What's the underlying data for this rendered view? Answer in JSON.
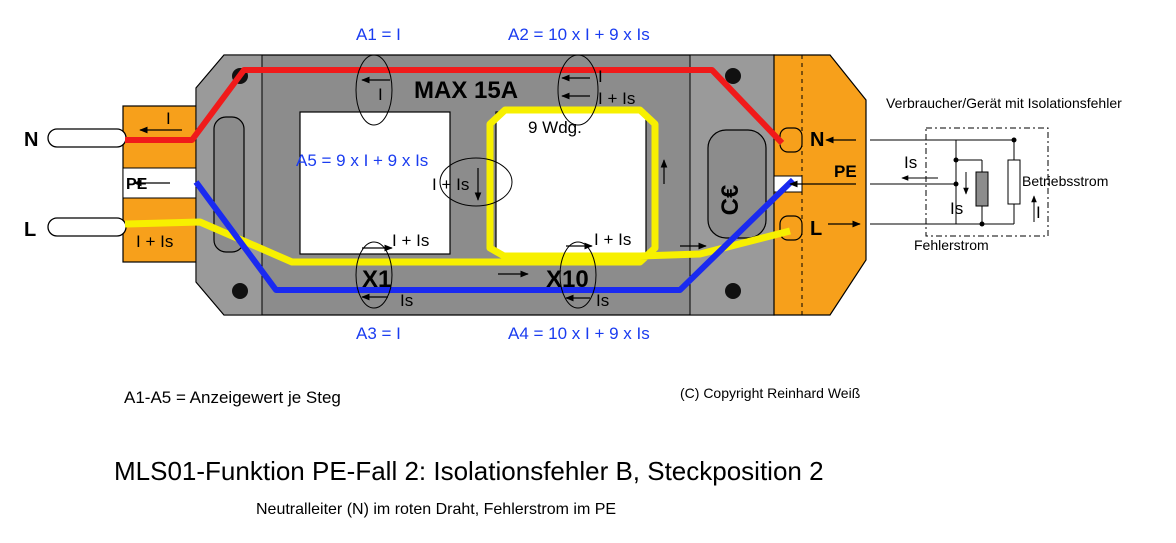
{
  "annotations": {
    "a1": "A1 = I",
    "a2": "A2 = 10 x I + 9 x Is",
    "a3": "A3 = I",
    "a4": "A4 = 10 x I + 9 x Is",
    "a5": "A5 = 9 x I + 9 x Is"
  },
  "device": {
    "max_label": "MAX 15A",
    "windings": "9 Wdg.",
    "x1": "X1",
    "x10": "X10",
    "ce_mark": "C€"
  },
  "terminals": {
    "left_n": "N",
    "left_pe": "PE",
    "left_l": "L",
    "right_n": "N",
    "right_pe": "PE",
    "right_l": "L"
  },
  "currents": {
    "plug_n": "I",
    "plug_l": "I + Is",
    "a1_arrow": "I",
    "a2_top": "I",
    "a2_bottom": "I + Is",
    "a5_mid": "I + Is",
    "x1_top": "I + Is",
    "x1_bottom": "Is",
    "x10_top": "I + Is",
    "x10_bottom": "Is"
  },
  "load": {
    "title": "Verbraucher/Gerät mit Isolationsfehler",
    "is_out": "Is",
    "is_branch": "Is",
    "i_branch": "I",
    "betrieb": "Betriebsstrom",
    "fehler": "Fehlerstrom"
  },
  "legend": "A1-A5 = Anzeigewert je Steg",
  "copyright": "(C) Copyright Reinhard Weiß",
  "title": "MLS01-Funktion PE-Fall 2: Isolationsfehler B, Steckposition 2",
  "subtitle": "Neutralleiter (N) im roten Draht, Fehlerstrom im PE",
  "colors": {
    "housing": "#8c8c8c",
    "housing_dark": "#6e6e6e",
    "orange": "#f7a01b",
    "red_wire": "#f01a1a",
    "blue_wire": "#1a2af0",
    "yellow_wire": "#f7f000",
    "label_blue": "#1a3cf0"
  }
}
